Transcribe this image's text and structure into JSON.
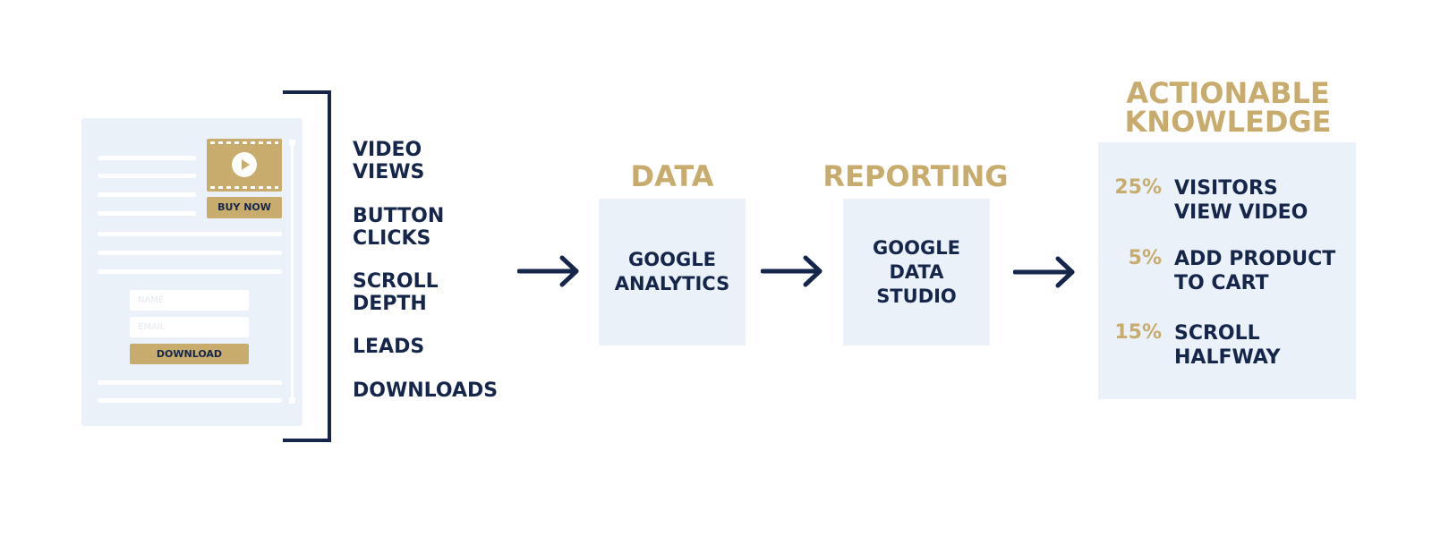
{
  "mockup": {
    "buy_now_label": "BUY NOW",
    "name_placeholder": "NAME",
    "email_placeholder": "EMAIL",
    "download_label": "DOWNLOAD"
  },
  "metrics": [
    "VIDEO\nVIEWS",
    "BUTTON\nCLICKS",
    "SCROLL\nDEPTH",
    "LEADS",
    "DOWNLOADS"
  ],
  "data_step": {
    "title": "DATA",
    "box": "GOOGLE\nANALYTICS"
  },
  "reporting_step": {
    "title": "REPORTING",
    "box": "GOOGLE\nDATA\nSTUDIO"
  },
  "knowledge": {
    "title": "ACTIONABLE\nKNOWLEDGE",
    "items": [
      {
        "percent": "25%",
        "text": "VISITORS\nVIEW VIDEO"
      },
      {
        "percent": "5%",
        "text": "ADD PRODUCT\nTO CART"
      },
      {
        "percent": "15%",
        "text": "SCROLL\nHALFWAY"
      }
    ]
  },
  "colors": {
    "navy": "#15264a",
    "gold": "#c8ac6e",
    "panel": "#eaf1f9"
  }
}
